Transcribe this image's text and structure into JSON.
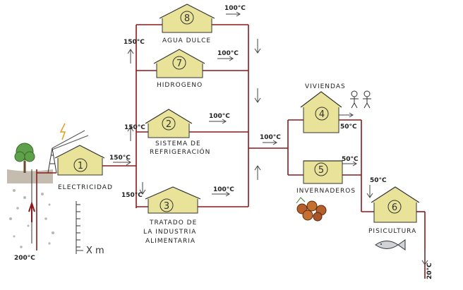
{
  "nodes": {
    "n1": {
      "number": "1",
      "label": "ELECTRICIDAD"
    },
    "n2": {
      "number": "2",
      "label1": "SISTEMA DE",
      "label2": "REFRIGERACIÓN"
    },
    "n3": {
      "number": "3",
      "label1": "TRATADO DE",
      "label2": "LA INDUSTRIA",
      "label3": "ALIMENTARIA"
    },
    "n4": {
      "number": "4",
      "label": "VIVIENDAS"
    },
    "n5": {
      "number": "5",
      "label": "INVERNADEROS"
    },
    "n6": {
      "number": "6",
      "label": "PISICULTURA"
    },
    "n7": {
      "number": "7",
      "label": "HIDROGENO"
    },
    "n8": {
      "number": "8",
      "label": "AGUA DULCE"
    }
  },
  "temps": {
    "t200": "200°C",
    "t150_main": "150°C",
    "t150_top": "150°C",
    "t150_mid": "150°C",
    "t150_low": "150°C",
    "t100_n8": "100°C",
    "t100_n7": "100°C",
    "t100_n2": "100°C",
    "t100_n3": "100°C",
    "t100_return": "100°C",
    "t50_n4": "50°C",
    "t50_n5": "50°C",
    "t50_n6": "50°C",
    "t20": "20°C"
  },
  "depth_label": "X m",
  "colors": {
    "pipe": "#8a1a1a",
    "house": "#e9e39a",
    "tree": "#5fa04a",
    "ground": "#6b5a4a"
  }
}
